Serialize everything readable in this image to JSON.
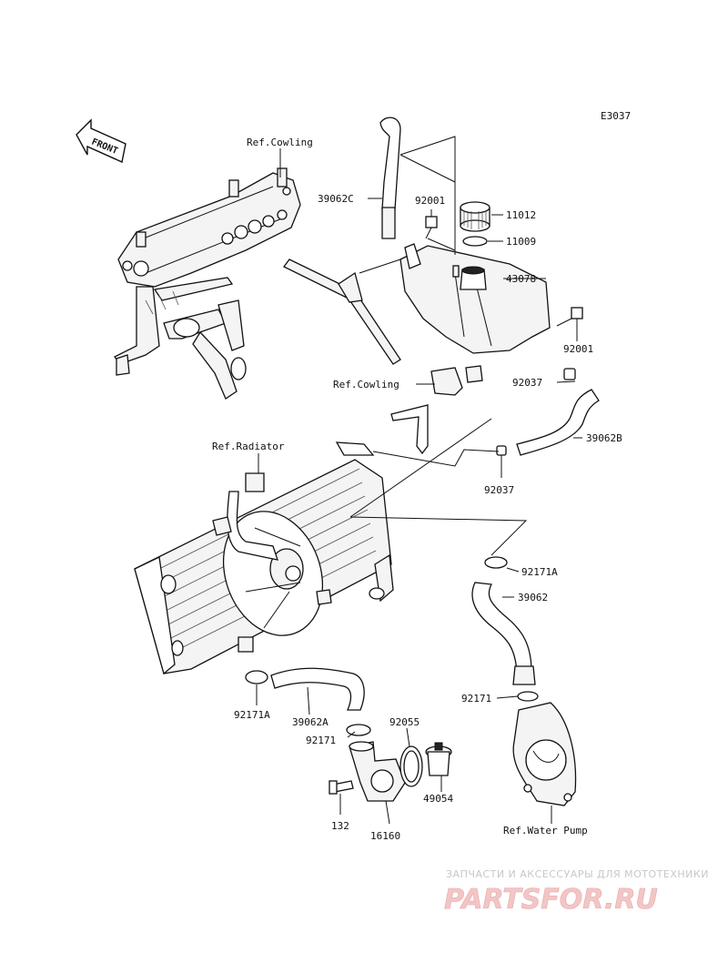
{
  "diagram": {
    "code": "E3037",
    "front_arrow_label": "FRONT",
    "labels": {
      "ref_cowling_top": "Ref.Cowling",
      "ref_cowling_mid": "Ref.Cowling",
      "ref_radiator": "Ref.Radiator",
      "ref_water_pump": "Ref.Water Pump",
      "p39062C": "39062C",
      "p92001_top": "92001",
      "p11012": "11012",
      "p11009": "11009",
      "p43078": "43078",
      "p92001_right": "92001",
      "p92037_right": "92037",
      "p39062B": "39062B",
      "p92037_bottom": "92037",
      "p92171A_right": "92171A",
      "p39062": "39062",
      "p92171_right": "92171",
      "p92171A_left": "92171A",
      "p39062A": "39062A",
      "p92055": "92055",
      "p92171_left": "92171",
      "p49054": "49054",
      "p132": "132",
      "p16160": "16160"
    }
  },
  "watermark": {
    "tagline": "ЗАПЧАСТИ И АКСЕССУАРЫ ДЛЯ МОТОТЕХНИКИ",
    "logo": "PARTSFOR.RU"
  }
}
